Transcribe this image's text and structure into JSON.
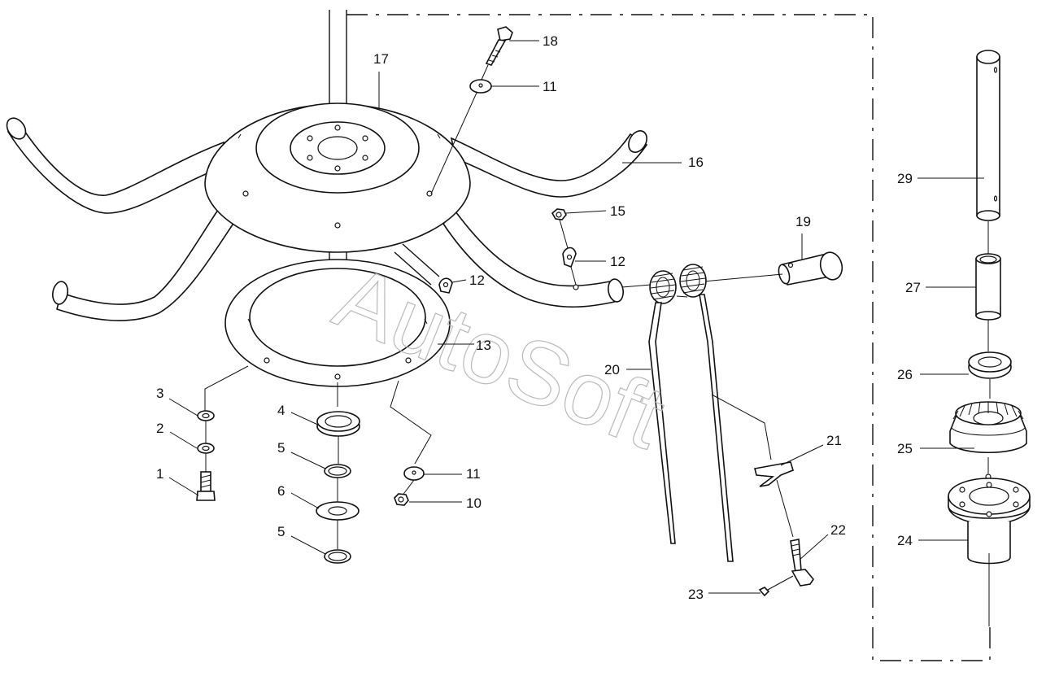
{
  "watermark": "AutoSoft",
  "callouts": [
    {
      "id": "c1",
      "label": "1"
    },
    {
      "id": "c2",
      "label": "2"
    },
    {
      "id": "c3",
      "label": "3"
    },
    {
      "id": "c4",
      "label": "4"
    },
    {
      "id": "c5a",
      "label": "5"
    },
    {
      "id": "c5b",
      "label": "5"
    },
    {
      "id": "c6",
      "label": "6"
    },
    {
      "id": "c10",
      "label": "10"
    },
    {
      "id": "c11a",
      "label": "11"
    },
    {
      "id": "c11b",
      "label": "11"
    },
    {
      "id": "c12a",
      "label": "12"
    },
    {
      "id": "c12b",
      "label": "12"
    },
    {
      "id": "c13",
      "label": "13"
    },
    {
      "id": "c15",
      "label": "15"
    },
    {
      "id": "c16",
      "label": "16"
    },
    {
      "id": "c17",
      "label": "17"
    },
    {
      "id": "c18",
      "label": "18"
    },
    {
      "id": "c19",
      "label": "19"
    },
    {
      "id": "c20",
      "label": "20"
    },
    {
      "id": "c21",
      "label": "21"
    },
    {
      "id": "c22",
      "label": "22"
    },
    {
      "id": "c23",
      "label": "23"
    },
    {
      "id": "c24",
      "label": "24"
    },
    {
      "id": "c25",
      "label": "25"
    },
    {
      "id": "c26",
      "label": "26"
    },
    {
      "id": "c27",
      "label": "27"
    },
    {
      "id": "c29",
      "label": "29"
    }
  ]
}
